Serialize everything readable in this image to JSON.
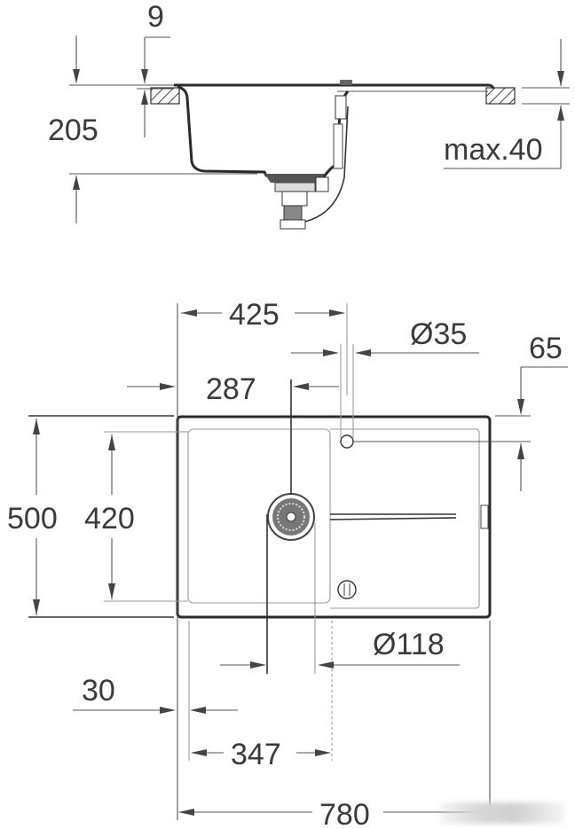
{
  "diagram": {
    "subject": "Kitchen sink with drainboard — installation dimensions (mm)",
    "side_view": {
      "dimensions": {
        "rim_thickness": "9",
        "bowl_depth": "205",
        "countertop_thickness": "max.40"
      }
    },
    "top_view": {
      "dimensions": {
        "bowl_width_with_rim": "425",
        "drain_offset": "287",
        "tap_hole_diameter": "Ø35",
        "tap_hole_offset": "65",
        "overall_depth": "500",
        "bowl_depth_inner": "420",
        "drain_diameter": "Ø118",
        "rim_margin": "30",
        "bowl_inner_width": "347",
        "overall_width": "780"
      }
    },
    "colors": {
      "line": "#333333",
      "text": "#3a3a3a",
      "background": "#ffffff"
    }
  }
}
